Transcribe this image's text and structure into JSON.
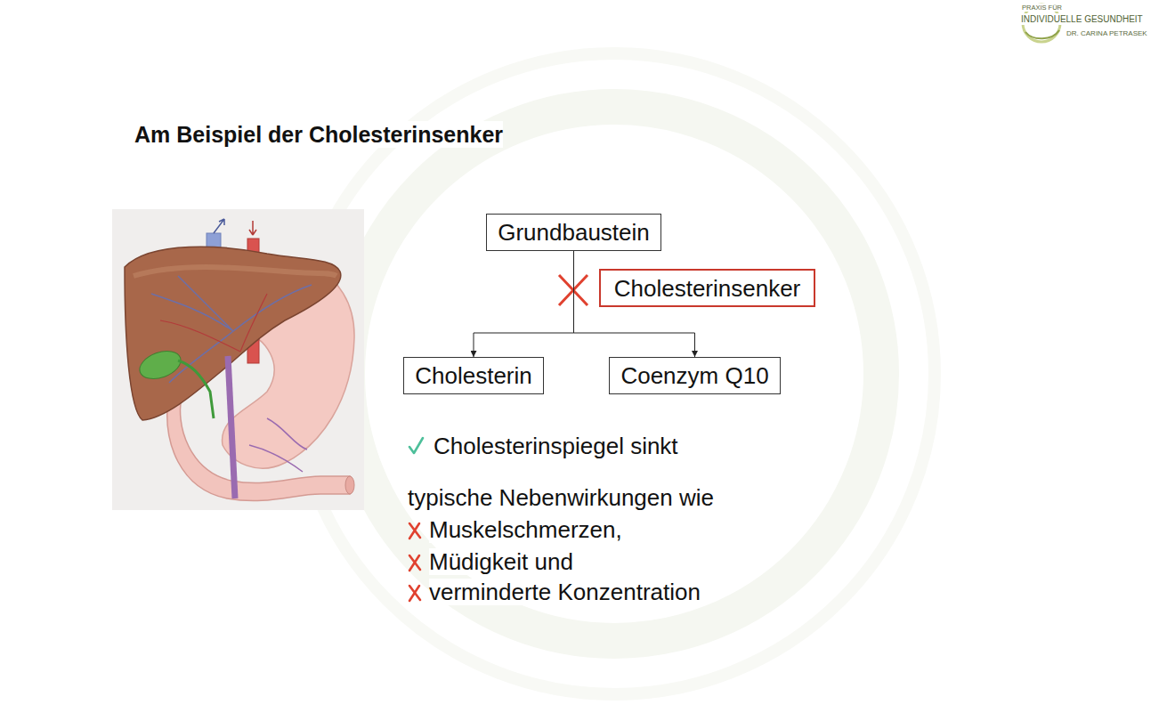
{
  "diagram": {
    "title": "Am Beispiel der Cholesterinsenker",
    "nodes": [
      {
        "text": [
          "Grundbaustein"
        ]
      },
      {
        "text": [
          "Cholesterinsenker"
        ]
      },
      {
        "text": [
          "Cholesterin"
        ]
      },
      {
        "text": [
          "Coenzym Q10"
        ]
      }
    ],
    "edges": [
      {
        "from": 0,
        "to": 2,
        "arrow": "to"
      },
      {
        "from": 0,
        "to": 3,
        "arrow": "to"
      }
    ],
    "labels": [
      "PRAXIS FÜR",
      "INDIVIDUELLE GESUNDHEIT",
      "DR. CARINA PETRASEK",
      "Cholesterinspiegel sinkt",
      "typische Nebenwirkungen wie",
      "Muskelschmerzen,",
      "Müdigkeit und",
      "verminderte Konzentration"
    ]
  }
}
